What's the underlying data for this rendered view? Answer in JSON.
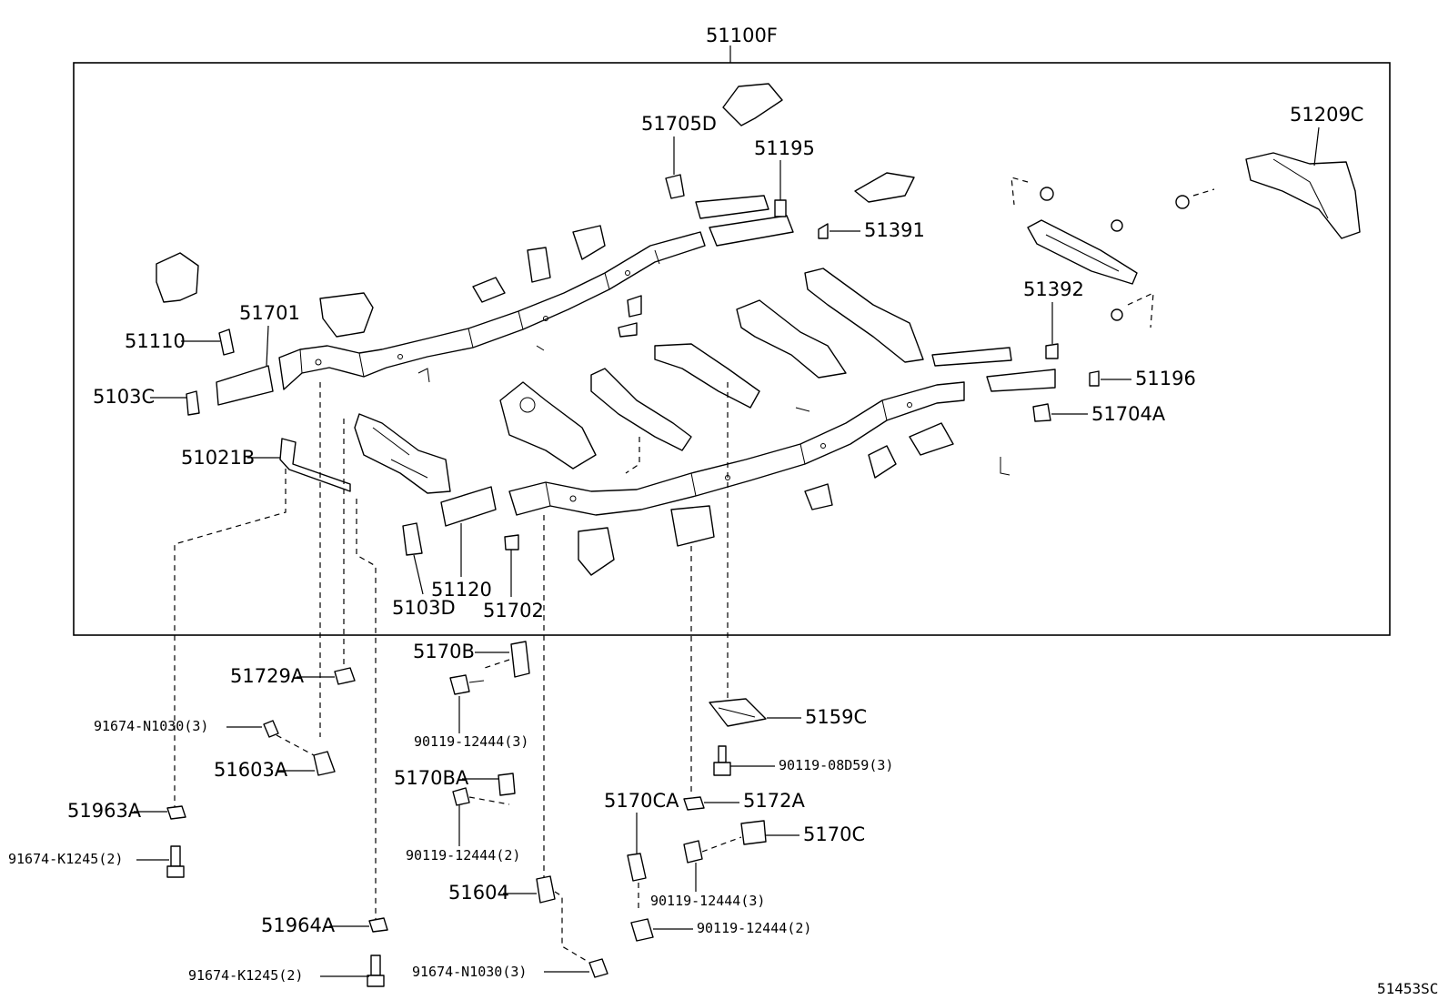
{
  "diagram": {
    "corner_code": "51453SC",
    "main_label": "51100F",
    "labels": {
      "l51705D": "51705D",
      "l51195": "51195",
      "l51209C": "51209C",
      "l51391": "51391",
      "l51392": "51392",
      "l51196": "51196",
      "l51704A": "51704A",
      "l51701": "51701",
      "l51110": "51110",
      "l5103C": "5103C",
      "l51021B": "51021B",
      "l51120": "51120",
      "l5103D": "5103D",
      "l51702": "51702",
      "l5170B": "5170B",
      "l51729A": "51729A",
      "l90119_12444_3a": "90119-12444(3)",
      "l91674_N1030_3a": "91674-N1030(3)",
      "l51603A": "51603A",
      "l5170BA": "5170BA",
      "l51963A": "51963A",
      "l90119_12444_2a": "90119-12444(2)",
      "l91674_K1245_2a": "91674-K1245(2)",
      "l51604": "51604",
      "l51964A": "51964A",
      "l91674_K1245_2b": "91674-K1245(2)",
      "l91674_N1030_3b": "91674-N1030(3)",
      "l5159C": "5159C",
      "l90119_08D59_3": "90119-08D59(3)",
      "l5170CA": "5170CA",
      "l5172A": "5172A",
      "l5170C": "5170C",
      "l90119_12444_3b": "90119-12444(3)",
      "l90119_12444_2b": "90119-12444(2)"
    }
  }
}
